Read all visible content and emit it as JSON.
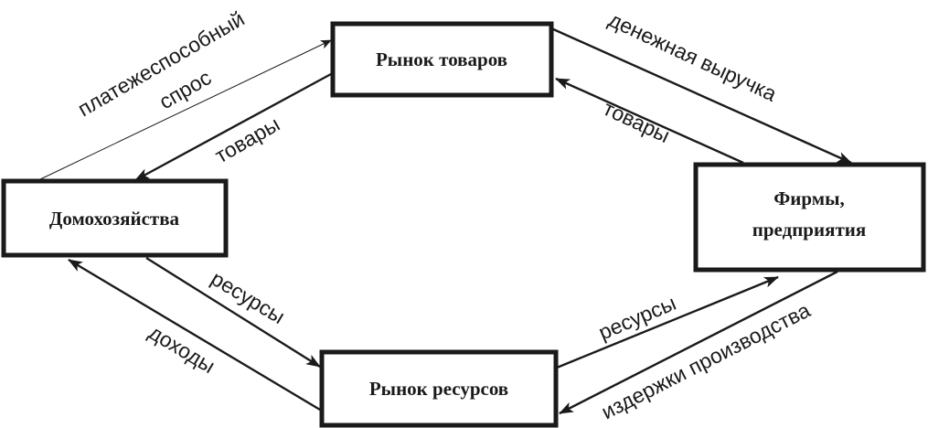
{
  "nodes": {
    "goods_market": "Рынок товаров",
    "households": "Домохозяйства",
    "firms_line1": "Фирмы,",
    "firms_line2": "предприятия",
    "resource_market": "Рынок ресурсов"
  },
  "edges": {
    "effective_demand_line1": "платежеспособный",
    "effective_demand_line2": "спрос",
    "goods_to_households": "товары",
    "revenue": "денежная выручка",
    "goods_from_firms": "товары",
    "resources_from_households": "ресурсы",
    "incomes": "доходы",
    "resources_to_firms": "ресурсы",
    "production_costs": "издержки производства"
  }
}
